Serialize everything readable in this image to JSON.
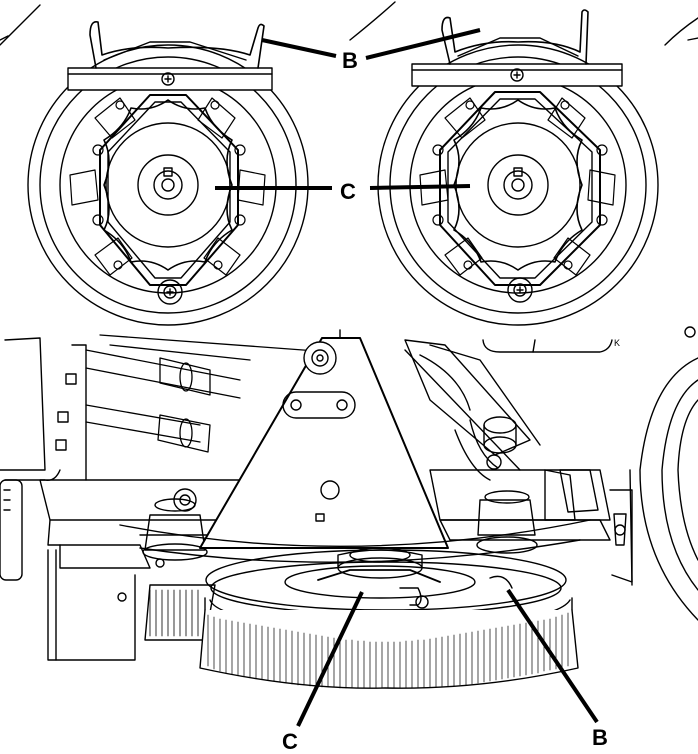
{
  "labels": {
    "b_top": "B",
    "c_top": "C",
    "c_bottom": "C",
    "b_bottom": "B"
  },
  "colors": {
    "line": "#000000",
    "background": "#ffffff"
  }
}
